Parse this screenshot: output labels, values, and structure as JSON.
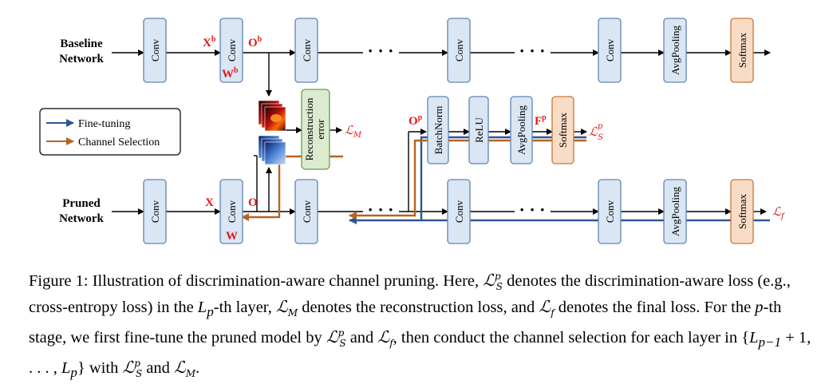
{
  "rows": {
    "baseline_label": [
      "Baseline",
      "Network"
    ],
    "pruned_label": [
      "Pruned",
      "Network"
    ]
  },
  "blocks": {
    "conv": "Conv",
    "avgpool": "AvgPooling",
    "softmax": "Softmax",
    "batchnorm": "BatchNorm",
    "relu": "ReLU",
    "reconstruction": [
      "Reconstruction",
      "error"
    ]
  },
  "dots": "· · ·",
  "symbols": {
    "xb": "X",
    "xb_sup": "b",
    "wb": "W",
    "wb_sup": "b",
    "ob": "O",
    "ob_sup": "b",
    "x": "X",
    "w": "W",
    "o": "O",
    "op": "O",
    "op_sup": "p",
    "fp": "F",
    "fp_sup": "p",
    "loss_m": "ℒ",
    "loss_m_sub": "M",
    "loss_s": "ℒ",
    "loss_s_sub": "S",
    "loss_s_sup": "p",
    "loss_f": "ℒ",
    "loss_f_sub": "f"
  },
  "legend": [
    {
      "label": "Fine-tuning",
      "color": "#2e5597"
    },
    {
      "label": "Channel Selection",
      "color": "#b8631e"
    }
  ],
  "caption": {
    "prefix": "Figure 1: Illustration of discrimination-aware channel pruning. Here, ",
    "t1": " denotes the discrimination-aware loss (e.g., cross-entropy loss) in the ",
    "t2": "-th layer, ",
    "t3": " denotes the reconstruction loss, and ",
    "t4": " denotes the final loss. For the ",
    "t5": "-th stage, we first fine-tune the pruned model by ",
    "t6": " and ",
    "t7": ", then conduct the channel selection for each layer in ",
    "set": "{L",
    "set_mid": " + 1, . . . , L",
    "set_end": "}",
    "t8": " with ",
    "t9": " and ",
    "t10": ".",
    "p": "p",
    "pm1": "p−1"
  },
  "colors": {
    "block_fill": "#dae6f3",
    "block_stroke": "#5f84b8",
    "softmax_fill": "#f8dcc6",
    "softmax_stroke": "#c9763b",
    "recon_fill": "#dcebd0",
    "recon_stroke": "#6f9a4c",
    "symbol_red": "#e01a1a",
    "blue": "#2e5597",
    "orange": "#b8631e"
  }
}
